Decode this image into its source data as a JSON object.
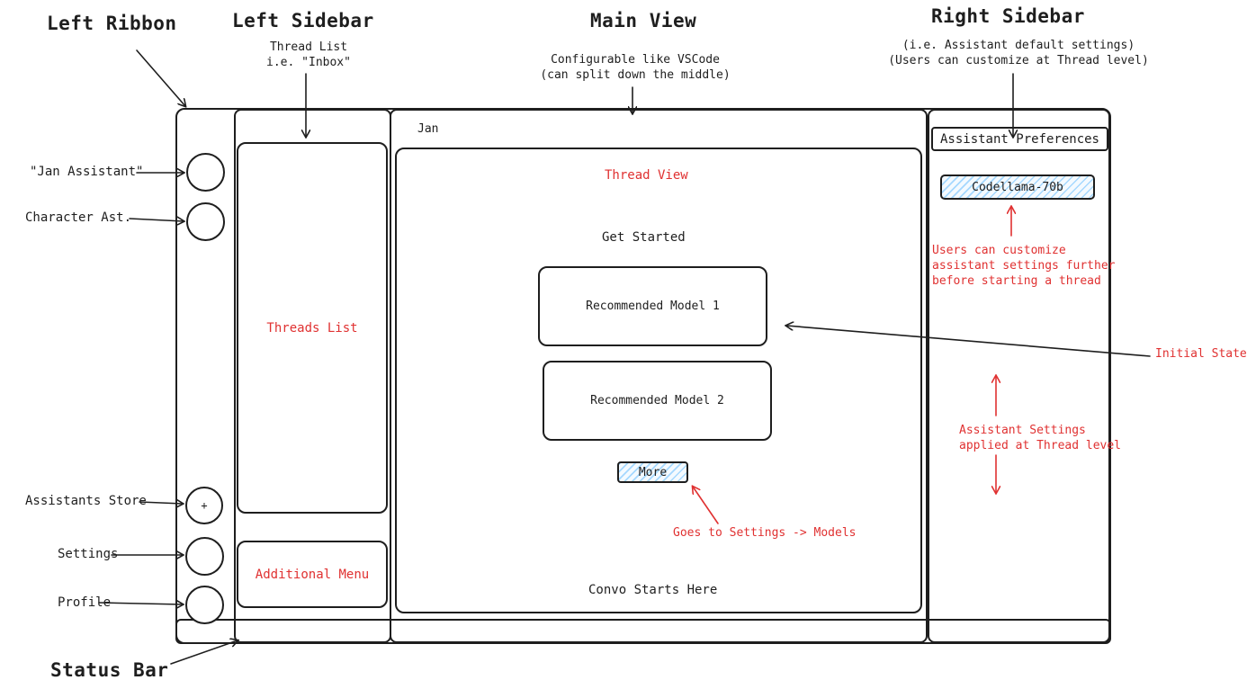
{
  "headings": {
    "left_ribbon": "Left Ribbon",
    "left_sidebar": "Left Sidebar",
    "main_view": "Main View",
    "right_sidebar": "Right Sidebar",
    "status_bar": "Status Bar"
  },
  "notes": {
    "thread_list_line1": "Thread List",
    "thread_list_line2": "i.e. \"Inbox\"",
    "main_line1": "Configurable like VSCode",
    "main_line2": "(can split down the middle)",
    "right_line1": "(i.e. Assistant default settings)",
    "right_line2": "(Users can customize at Thread level)"
  },
  "ribbon_labels": {
    "jan_assistant": "\"Jan Assistant\"",
    "character": "Character Ast.",
    "store": "Assistants Store",
    "settings": "Settings",
    "profile": "Profile"
  },
  "ribbon_store_symbol": "+",
  "left_sidebar": {
    "threads_list": "Threads List",
    "additional_menu": "Additional Menu"
  },
  "main": {
    "tab_title": "Jan",
    "thread_view": "Thread View",
    "get_started": "Get Started",
    "model_1": "Recommended Model 1",
    "model_2": "Recommended Model 2",
    "more": "More",
    "convo": "Convo Starts Here",
    "goes_to": "Goes to Settings -> Models",
    "initial_state": "Initial State"
  },
  "right": {
    "preferences": "Assistant Preferences",
    "model": "Codellama-70b",
    "customize_line1": "Users can customize",
    "customize_line2": "assistant settings further",
    "customize_line3": "before starting a thread",
    "applied_line1": "Assistant Settings",
    "applied_line2": "applied at Thread level"
  },
  "colors": {
    "ink": "#1e1e1e",
    "annotation_red": "#e03131",
    "hatch_blue": "#a5d8ff"
  }
}
